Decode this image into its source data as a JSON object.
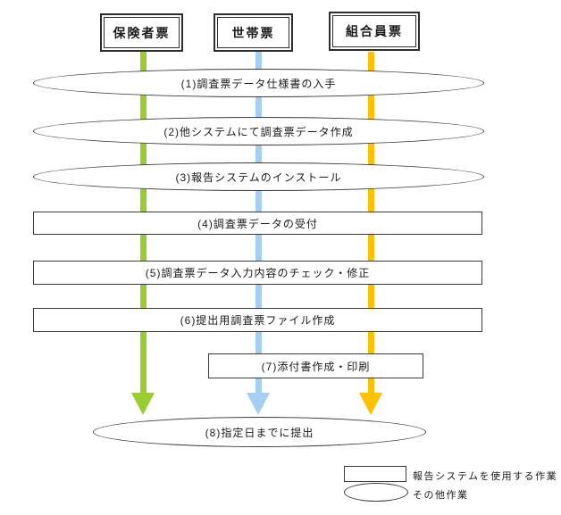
{
  "diagram": {
    "lanes": [
      {
        "label": "保険者票",
        "color": "#99CC33"
      },
      {
        "label": "世帯票",
        "color": "#A6CEF2"
      },
      {
        "label": "組合員票",
        "color": "#FFC000"
      }
    ],
    "steps": [
      {
        "label": "(1)調査票データ仕様書の入手",
        "shape": "ellipse"
      },
      {
        "label": "(2)他システムにて調査票データ作成",
        "shape": "ellipse"
      },
      {
        "label": "(3)報告システムのインストール",
        "shape": "ellipse"
      },
      {
        "label": "(4)調査票データの受付",
        "shape": "rect"
      },
      {
        "label": "(5)調査票データ入力内容のチェック・修正",
        "shape": "rect"
      },
      {
        "label": "(6)提出用調査票ファイル作成",
        "shape": "rect"
      },
      {
        "label": "(7)添付書作成・印刷",
        "shape": "rect"
      },
      {
        "label": "(8)指定日までに提出",
        "shape": "ellipse"
      }
    ],
    "legend": {
      "rect_label": "報告システムを使用する作業",
      "ellipse_label": "その他作業"
    },
    "border_color": "#3a3a3a"
  }
}
